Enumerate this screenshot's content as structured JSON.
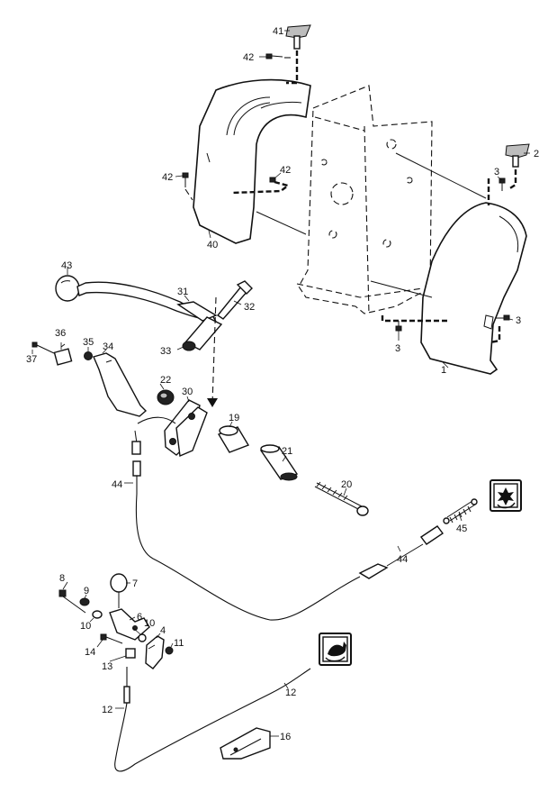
{
  "labels": {
    "p1": "1",
    "p2": "2",
    "p3a": "3",
    "p3b": "3",
    "p3c": "3",
    "p4": "4",
    "p6": "6",
    "p7": "7",
    "p8": "8",
    "p9": "9",
    "p10a": "10",
    "p10b": "10",
    "p11": "11",
    "p12a": "12",
    "p12b": "12",
    "p13": "13",
    "p14": "14",
    "p16": "16",
    "p19": "19",
    "p20": "20",
    "p21": "21",
    "p22": "22",
    "p30": "30",
    "p31": "31",
    "p32": "32",
    "p33": "33",
    "p34": "34",
    "p35": "35",
    "p36": "36",
    "p37": "37",
    "p40": "40",
    "p41": "41",
    "p42a": "42",
    "p42b": "42",
    "p42c": "42",
    "p43": "43",
    "p44a": "44",
    "p44b": "44",
    "p45": "45"
  },
  "icons": {
    "symbol_top": "impeller-speed-symbol-icon",
    "symbol_bottom": "rabbit-turtle-speed-symbol-icon"
  },
  "colors": {
    "ink": "#111111",
    "paper": "#ffffff",
    "fill_grey": "#bdbdbd"
  }
}
